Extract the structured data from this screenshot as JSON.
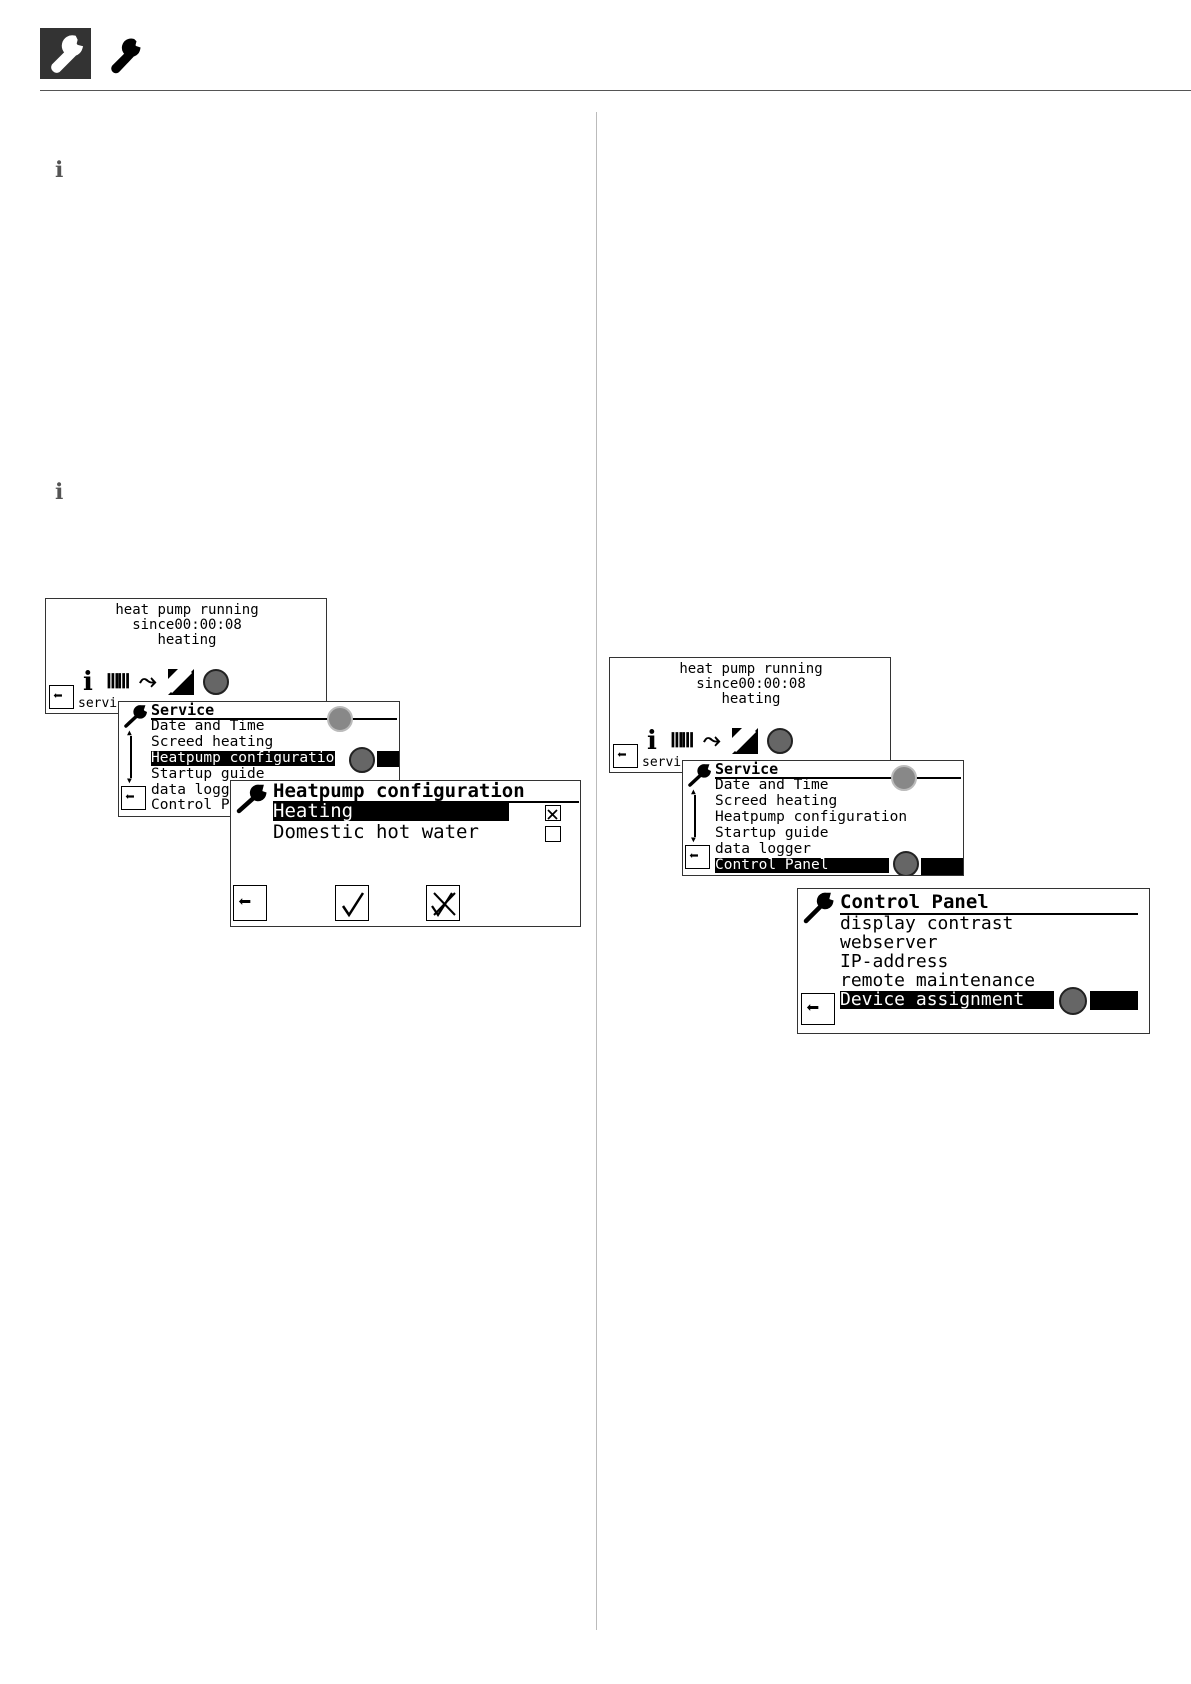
{
  "header": {
    "dark_icon": "wrench-icon",
    "light_icon": "wrench-icon"
  },
  "info_icon_glyph": "ℹ",
  "screen_status": {
    "line1": "heat pump running",
    "line2": "since00:00:08",
    "line3": "heating",
    "label": "servi",
    "icons": [
      "back-arrow-icon",
      "info-icon",
      "radiator-icon",
      "tap-icon",
      "cooling-icon",
      "dial-icon"
    ]
  },
  "service_menu": {
    "title": "Service",
    "items": [
      "Date and Time",
      "Screed heating",
      "Heatpump configuration",
      "Startup guide",
      "data logger",
      "Control Panel"
    ],
    "left_items": [
      "Date and Time",
      "Screed heating",
      "Heatpump configuration",
      "Startup guide",
      "data logge",
      "Control Pa"
    ]
  },
  "heatpump_config": {
    "title": "Heatpump configuration",
    "items": [
      {
        "label": "Heating",
        "checked": true
      },
      {
        "label": "Domestic hot water",
        "checked": false
      }
    ],
    "checkmark_glyph": "✓",
    "x_glyph": "✕",
    "check_glyph": "☒",
    "uncheck_glyph": "☐"
  },
  "control_panel": {
    "title": "Control Panel",
    "items": [
      "display contrast",
      "webserver",
      "IP-address",
      "remote maintenance",
      "Device assignment"
    ]
  },
  "glyphs": {
    "back": "⬅",
    "info": "i",
    "radiator": "ⅢⅢ",
    "tap": "⤳",
    "arrow_up": "▲",
    "arrow_down": "▼"
  }
}
